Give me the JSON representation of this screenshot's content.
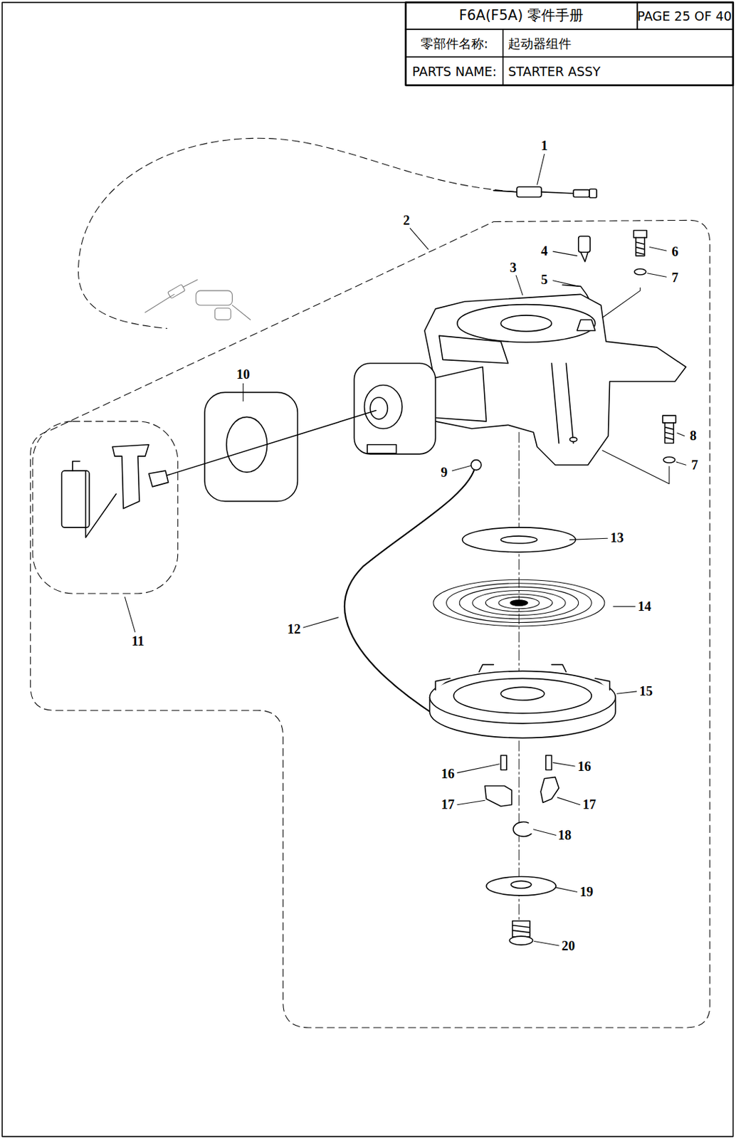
{
  "diagram": {
    "title": "F6A(F5A) 零件手册",
    "labels": [
      "PAGE 25 OF 40",
      "零部件名称:",
      "起动器组件",
      "PARTS NAME:",
      "STARTER ASSY",
      "1",
      "2",
      "3",
      "4",
      "5",
      "6",
      "7",
      "8",
      "7",
      "9",
      "10",
      "11",
      "12",
      "13",
      "14",
      "15",
      "16",
      "16",
      "17",
      "17",
      "18",
      "19",
      "20"
    ]
  }
}
